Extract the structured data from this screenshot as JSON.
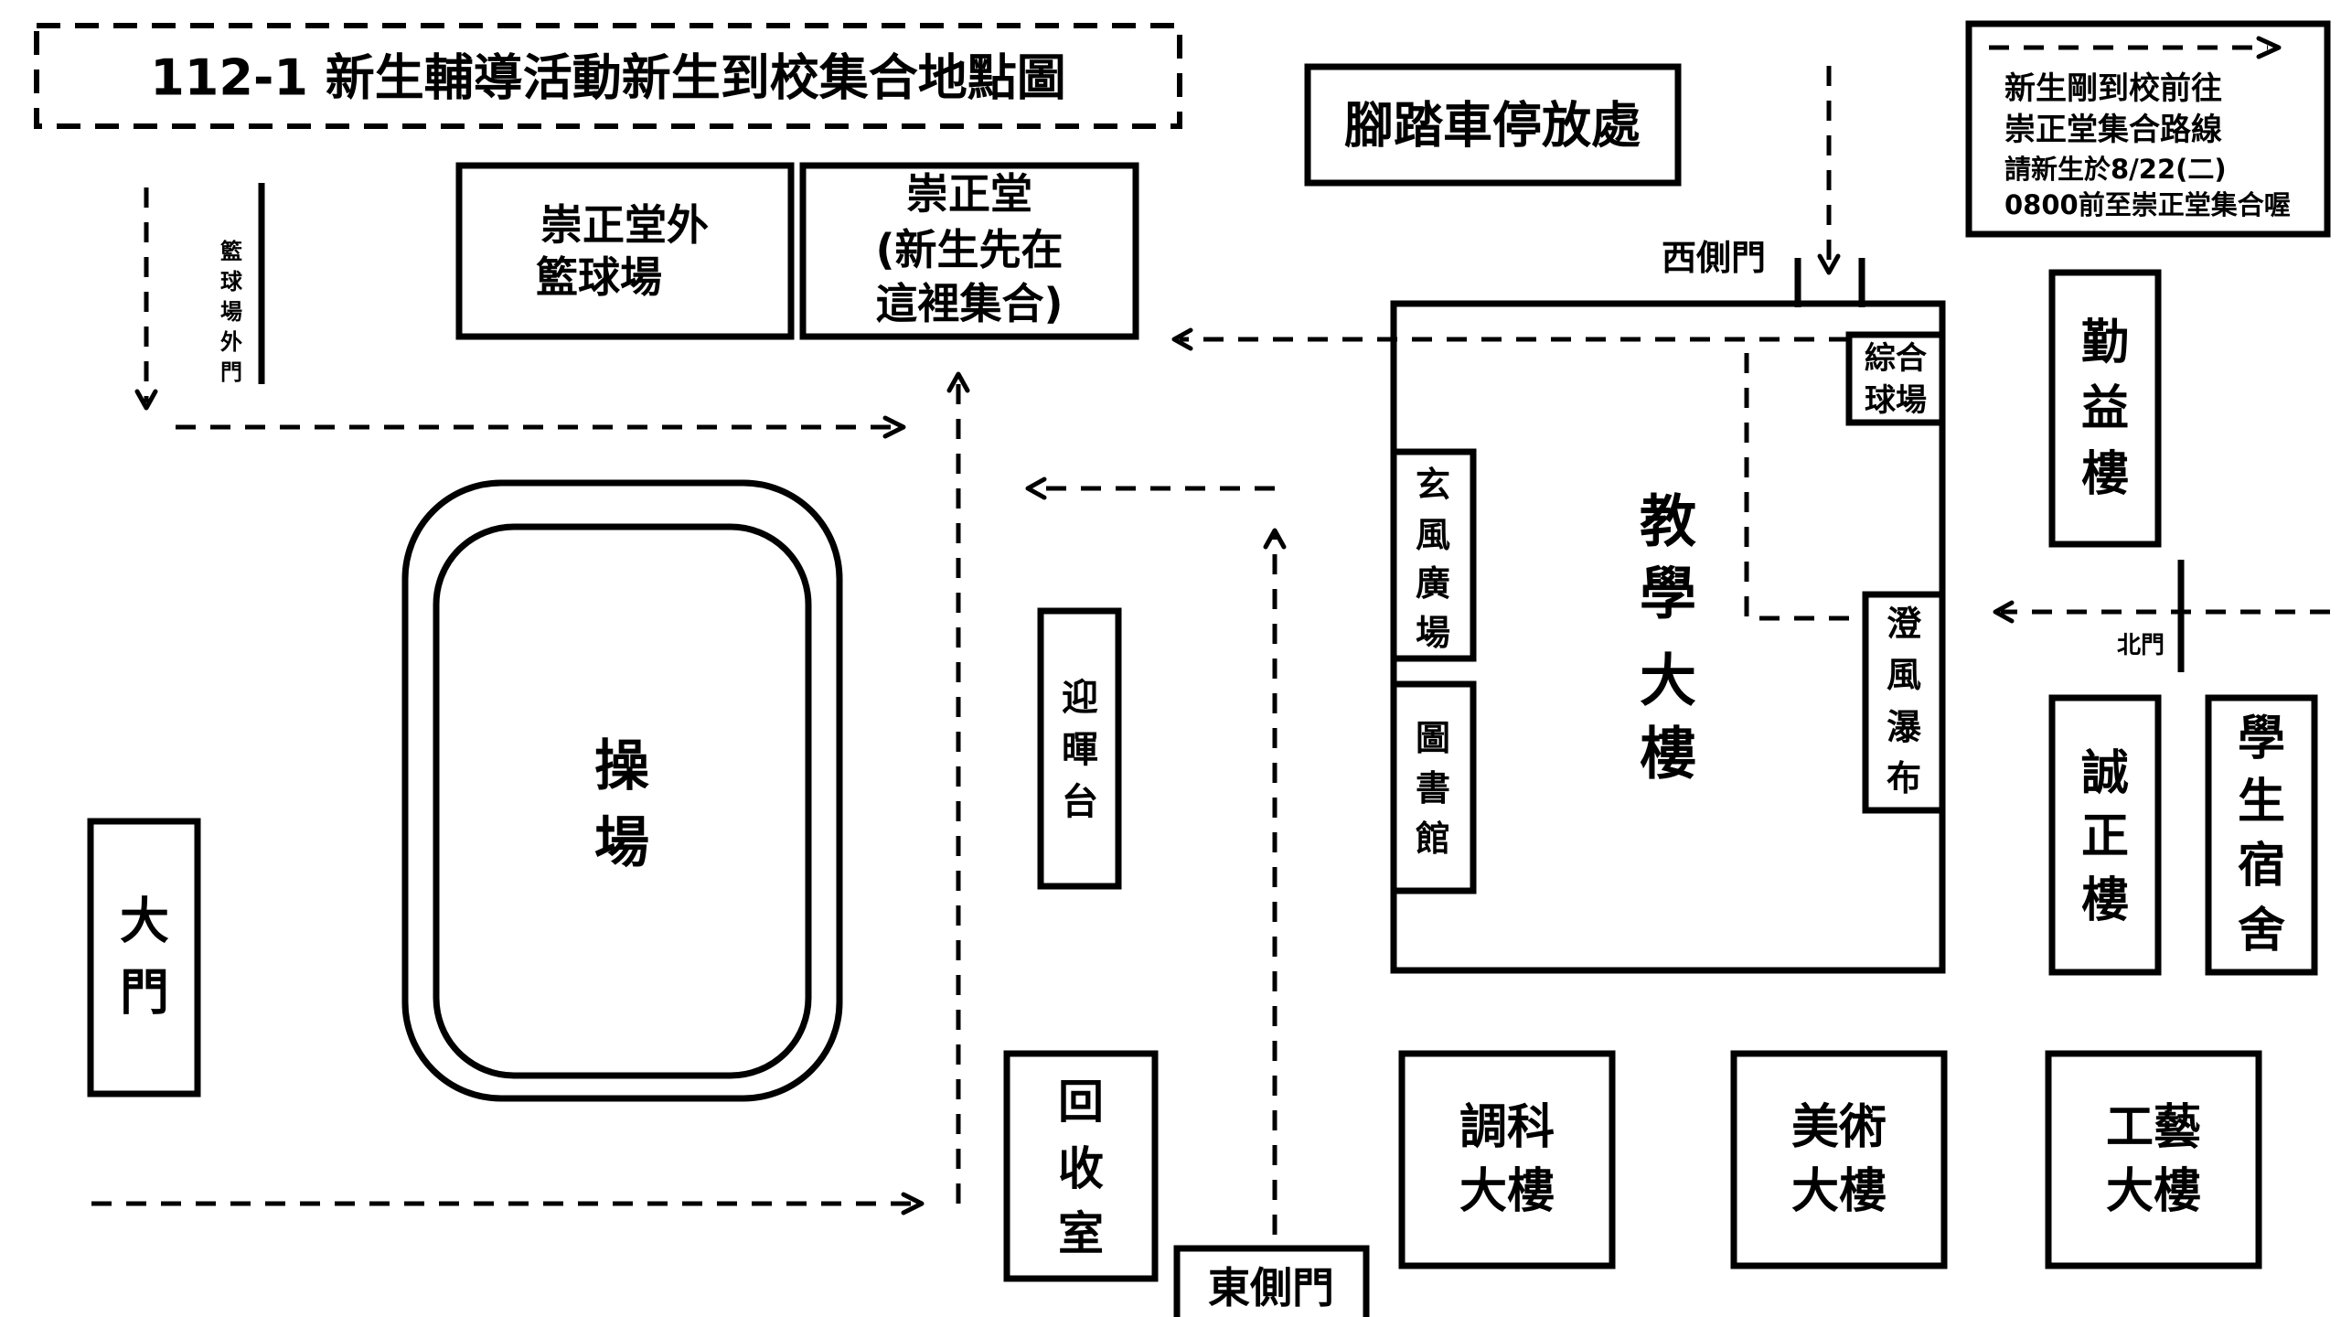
{
  "title": "112-1 新生輔導活動新生到校集合地點圖",
  "legend": {
    "line1": "新生剛到校前往",
    "line2": "崇正堂集合路線",
    "line3": "請新生於8/22(二)",
    "line4": "0800前至崇正堂集合喔"
  },
  "buildings": {
    "basketball_court": [
      "崇正堂外",
      "籃球場"
    ],
    "chongzheng_hall": [
      "崇正堂",
      "(新生先在",
      "這裡集合)"
    ],
    "bike_parking": "腳踏車停放處",
    "playground": [
      "操",
      "場"
    ],
    "main_gate": [
      "大",
      "門"
    ],
    "yinghui_stage": [
      "迎",
      "暉",
      "台"
    ],
    "recycling_room": [
      "回",
      "收",
      "室"
    ],
    "teaching_building": [
      "教",
      "學",
      "大",
      "樓"
    ],
    "xuanfeng_plaza": [
      "玄",
      "風",
      "廣",
      "場"
    ],
    "library": [
      "圖",
      "書",
      "館"
    ],
    "sports_court": [
      "綜合",
      "球場"
    ],
    "chengfeng_waterfall": [
      "澄",
      "風",
      "瀑",
      "布"
    ],
    "qinyi_building": [
      "勤",
      "益",
      "樓"
    ],
    "chengzheng_building": [
      "誠",
      "正",
      "樓"
    ],
    "dormitory": [
      "學",
      "生",
      "宿",
      "舍"
    ],
    "tiaoke_building": [
      "調科",
      "大樓"
    ],
    "art_building": [
      "美術",
      "大樓"
    ],
    "craft_building": [
      "工藝",
      "大樓"
    ]
  },
  "gates": {
    "west_side_gate": "西側門",
    "east_side_gate": "東側門",
    "north_gate": "北門",
    "basketball_outer_gate": [
      "籃",
      "球",
      "場",
      "外",
      "門"
    ]
  },
  "colors": {
    "ink": "#000000",
    "paper": "#ffffff"
  }
}
